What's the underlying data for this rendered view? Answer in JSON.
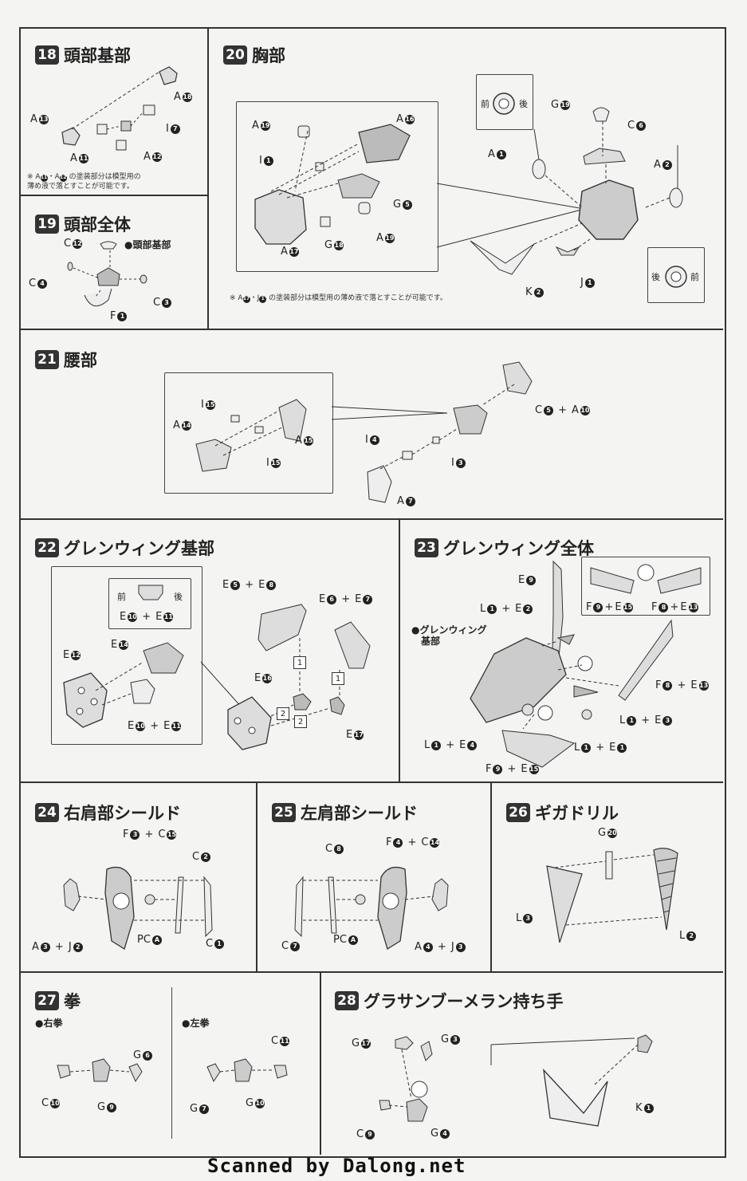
{
  "footer": "Scanned by Dalong.net",
  "s18": {
    "num": "18",
    "title": "頭部基部",
    "labels": [
      [
        "A",
        "13"
      ],
      [
        "A",
        "18"
      ],
      [
        "I",
        "7"
      ],
      [
        "A",
        "11"
      ],
      [
        "A",
        "12"
      ]
    ],
    "note_a": "※ A",
    "note_a11": "11",
    "note_mid": "・A",
    "note_a12": "12",
    "note_b": " の塗装部分は模型用の",
    "note_c": "薄め液で落とすことが可能です。"
  },
  "s19": {
    "num": "19",
    "title": "頭部全体",
    "base": "●頭部基部",
    "labels": [
      [
        "C",
        "12"
      ],
      [
        "C",
        "4"
      ],
      [
        "C",
        "3"
      ],
      [
        "F",
        "1"
      ]
    ]
  },
  "s20": {
    "num": "20",
    "title": "胸部",
    "labels": [
      [
        "A",
        "19"
      ],
      [
        "A",
        "16"
      ],
      [
        "I",
        "1"
      ],
      [
        "G",
        "5"
      ],
      [
        "A",
        "17"
      ],
      [
        "G",
        "18"
      ],
      [
        "A",
        "19"
      ],
      [
        "G",
        "19"
      ],
      [
        "C",
        "6"
      ],
      [
        "A",
        "1"
      ],
      [
        "A",
        "2"
      ],
      [
        "K",
        "2"
      ],
      [
        "J",
        "1"
      ]
    ],
    "front": "前",
    "back": "後",
    "note": "※ A",
    "n17": "17",
    "nmid": "・J",
    "nj1": "1",
    "note_end": " の塗装部分は模型用の薄め液で落とすことが可能です。"
  },
  "s21": {
    "num": "21",
    "title": "腰部",
    "labels": [
      [
        "I",
        "15"
      ],
      [
        "A",
        "14"
      ],
      [
        "A",
        "15"
      ],
      [
        "I",
        "15"
      ],
      [
        "I",
        "4"
      ],
      [
        "I",
        "3"
      ],
      [
        "A",
        "7"
      ]
    ],
    "c5": "C",
    "c5n": "5",
    "plus": "+",
    "a10": "A",
    "a10n": "10"
  },
  "s22": {
    "num": "22",
    "title": "グレンウィング基部",
    "front": "前",
    "back": "後",
    "labels": [
      [
        "E",
        "14"
      ],
      [
        "E",
        "12"
      ],
      [
        "E",
        "16"
      ],
      [
        "E",
        "17"
      ]
    ],
    "combos": [
      {
        "a": [
          "E",
          "10"
        ],
        "b": [
          "E",
          "11"
        ]
      },
      {
        "a": [
          "E",
          "10"
        ],
        "b": [
          "E",
          "11"
        ]
      },
      {
        "a": [
          "E",
          "5"
        ],
        "b": [
          "E",
          "8"
        ]
      },
      {
        "a": [
          "E",
          "6"
        ],
        "b": [
          "E",
          "7"
        ]
      }
    ],
    "steps": [
      "1",
      "1",
      "2",
      "2"
    ]
  },
  "s23": {
    "num": "23",
    "title": "グレンウィング全体",
    "base": "●グレンウィング",
    "base2": "基部",
    "labels": [
      [
        "E",
        "9"
      ]
    ],
    "combos": [
      {
        "a": [
          "F",
          "9"
        ],
        "b": [
          "E",
          "15"
        ]
      },
      {
        "a": [
          "F",
          "8"
        ],
        "b": [
          "E",
          "13"
        ]
      },
      {
        "a": [
          "L",
          "1"
        ],
        "b": [
          "E",
          "2"
        ]
      },
      {
        "a": [
          "F",
          "8"
        ],
        "b": [
          "E",
          "13"
        ]
      },
      {
        "a": [
          "L",
          "1"
        ],
        "b": [
          "E",
          "3"
        ]
      },
      {
        "a": [
          "L",
          "1"
        ],
        "b": [
          "E",
          "4"
        ]
      },
      {
        "a": [
          "L",
          "1"
        ],
        "b": [
          "E",
          "1"
        ]
      },
      {
        "a": [
          "F",
          "9"
        ],
        "b": [
          "E",
          "15"
        ]
      }
    ]
  },
  "s24": {
    "num": "24",
    "title": "右肩部シールド",
    "labels": [
      [
        "C",
        "2"
      ],
      [
        "C",
        "1"
      ]
    ],
    "combos": [
      {
        "a": [
          "F",
          "3"
        ],
        "b": [
          "C",
          "15"
        ]
      },
      {
        "a": [
          "A",
          "3"
        ],
        "b": [
          "J",
          "2"
        ]
      }
    ],
    "pc": "PC",
    "pcn": "A"
  },
  "s25": {
    "num": "25",
    "title": "左肩部シールド",
    "labels": [
      [
        "C",
        "8"
      ],
      [
        "C",
        "7"
      ]
    ],
    "combos": [
      {
        "a": [
          "F",
          "4"
        ],
        "b": [
          "C",
          "14"
        ]
      },
      {
        "a": [
          "A",
          "4"
        ],
        "b": [
          "J",
          "3"
        ]
      }
    ],
    "pc": "PC",
    "pcn": "A"
  },
  "s26": {
    "num": "26",
    "title": "ギガドリル",
    "labels": [
      [
        "G",
        "20"
      ],
      [
        "L",
        "3"
      ],
      [
        "L",
        "2"
      ]
    ]
  },
  "s27": {
    "num": "27",
    "title": "拳",
    "right": "●右拳",
    "left": "●左拳",
    "labels": [
      [
        "G",
        "6"
      ],
      [
        "C",
        "10"
      ],
      [
        "G",
        "9"
      ],
      [
        "C",
        "11"
      ],
      [
        "G",
        "7"
      ],
      [
        "G",
        "10"
      ]
    ]
  },
  "s28": {
    "num": "28",
    "title": "グラサンブーメラン持ち手",
    "labels": [
      [
        "G",
        "17"
      ],
      [
        "G",
        "3"
      ],
      [
        "C",
        "9"
      ],
      [
        "G",
        "4"
      ],
      [
        "K",
        "1"
      ]
    ]
  }
}
